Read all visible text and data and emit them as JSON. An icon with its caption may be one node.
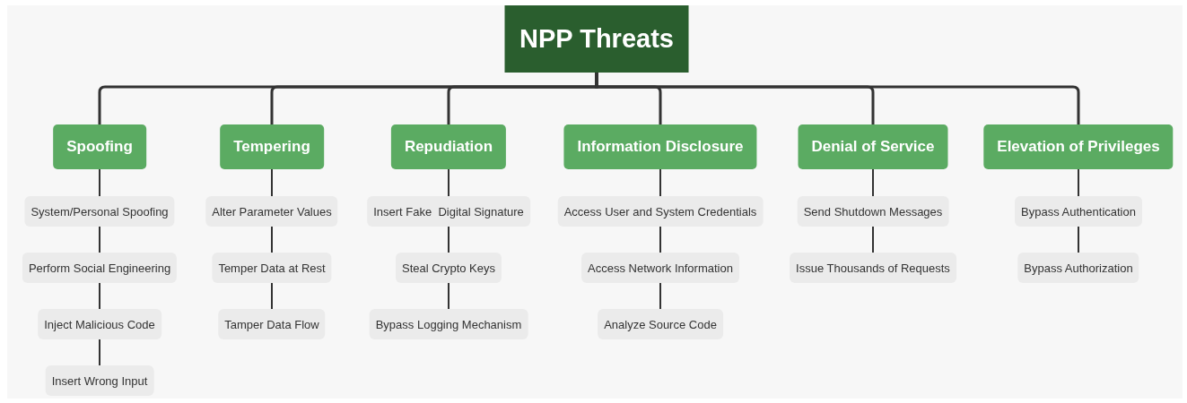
{
  "diagram": {
    "nodes": [
      {
        "text": [
          "NPP Threats"
        ]
      },
      {
        "text": [
          "Spoofing"
        ]
      },
      {
        "text": [
          "System/Personal Spoofing"
        ]
      },
      {
        "text": [
          "Perform Social Engineering"
        ]
      },
      {
        "text": [
          "Inject Malicious Code"
        ]
      },
      {
        "text": [
          "Insert Wrong Input"
        ]
      },
      {
        "text": [
          "Tempering"
        ]
      },
      {
        "text": [
          "Alter Parameter Values"
        ]
      },
      {
        "text": [
          "Temper Data at Rest"
        ]
      },
      {
        "text": [
          "Tamper Data Flow"
        ]
      },
      {
        "text": [
          "Repudiation"
        ]
      },
      {
        "text": [
          "Insert Fake  Digital Signature"
        ]
      },
      {
        "text": [
          "Steal Crypto Keys"
        ]
      },
      {
        "text": [
          "Bypass Logging Mechanism"
        ]
      },
      {
        "text": [
          "Information Disclosure"
        ]
      },
      {
        "text": [
          "Access User and System Credentials"
        ]
      },
      {
        "text": [
          "Access Network Information"
        ]
      },
      {
        "text": [
          "Analyze Source Code"
        ]
      },
      {
        "text": [
          "Denial of Service"
        ]
      },
      {
        "text": [
          "Send Shutdown Messages"
        ]
      },
      {
        "text": [
          "Issue Thousands of Requests"
        ]
      },
      {
        "text": [
          "Elevation of Privileges"
        ]
      },
      {
        "text": [
          "Bypass Authentication"
        ]
      },
      {
        "text": [
          "Bypass Authorization"
        ]
      }
    ],
    "edges": [
      {
        "from": 0,
        "to": 1,
        "arrow": "none"
      },
      {
        "from": 0,
        "to": 6,
        "arrow": "none"
      },
      {
        "from": 0,
        "to": 10,
        "arrow": "none"
      },
      {
        "from": 0,
        "to": 14,
        "arrow": "none"
      },
      {
        "from": 0,
        "to": 18,
        "arrow": "none"
      },
      {
        "from": 0,
        "to": 21,
        "arrow": "none"
      },
      {
        "from": 1,
        "to": 2,
        "arrow": "none"
      },
      {
        "from": 2,
        "to": 3,
        "arrow": "none"
      },
      {
        "from": 3,
        "to": 4,
        "arrow": "none"
      },
      {
        "from": 4,
        "to": 5,
        "arrow": "none"
      },
      {
        "from": 6,
        "to": 7,
        "arrow": "none"
      },
      {
        "from": 7,
        "to": 8,
        "arrow": "none"
      },
      {
        "from": 8,
        "to": 9,
        "arrow": "none"
      },
      {
        "from": 10,
        "to": 11,
        "arrow": "none"
      },
      {
        "from": 11,
        "to": 12,
        "arrow": "none"
      },
      {
        "from": 12,
        "to": 13,
        "arrow": "none"
      },
      {
        "from": 14,
        "to": 15,
        "arrow": "none"
      },
      {
        "from": 15,
        "to": 16,
        "arrow": "none"
      },
      {
        "from": 16,
        "to": 17,
        "arrow": "none"
      },
      {
        "from": 18,
        "to": 19,
        "arrow": "none"
      },
      {
        "from": 19,
        "to": 20,
        "arrow": "none"
      },
      {
        "from": 21,
        "to": 22,
        "arrow": "none"
      },
      {
        "from": 22,
        "to": 23,
        "arrow": "none"
      }
    ]
  }
}
